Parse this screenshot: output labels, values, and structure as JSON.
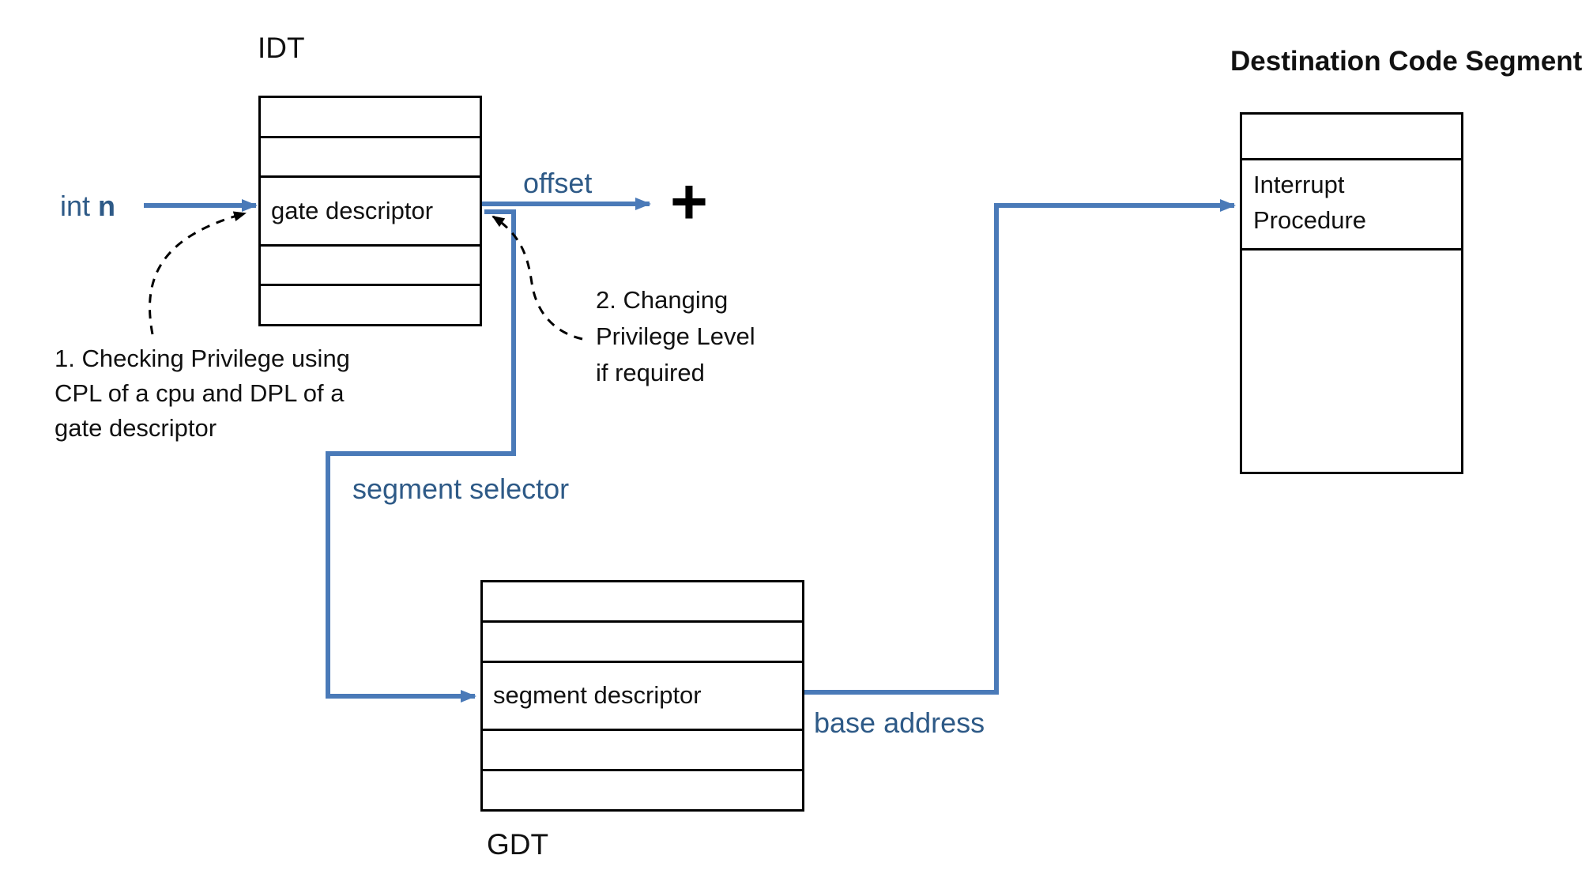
{
  "colors": {
    "line_blue": "#4a7ab8",
    "text_blue": "#2e5a87",
    "black": "#111111"
  },
  "idt": {
    "title": "IDT",
    "rows": [
      "",
      "",
      "gate descriptor",
      "",
      ""
    ]
  },
  "gdt": {
    "title": "GDT",
    "rows": [
      "",
      "",
      "segment descriptor",
      "",
      ""
    ]
  },
  "destination": {
    "title": "Destination Code Segment",
    "rows": [
      "",
      "",
      ""
    ],
    "interrupt_lines": [
      "Interrupt",
      "Procedure"
    ]
  },
  "labels": {
    "int_n_regular": "int ",
    "int_n_bold": "n",
    "offset": "offset",
    "plus": "+",
    "segment_selector": "segment selector",
    "base_address": "base address"
  },
  "notes": {
    "note1_lines": [
      "1. Checking Privilege using",
      "CPL of a cpu and DPL of a",
      "gate descriptor"
    ],
    "note2_lines": [
      "2. Changing",
      "Privilege Level",
      "if required"
    ]
  }
}
